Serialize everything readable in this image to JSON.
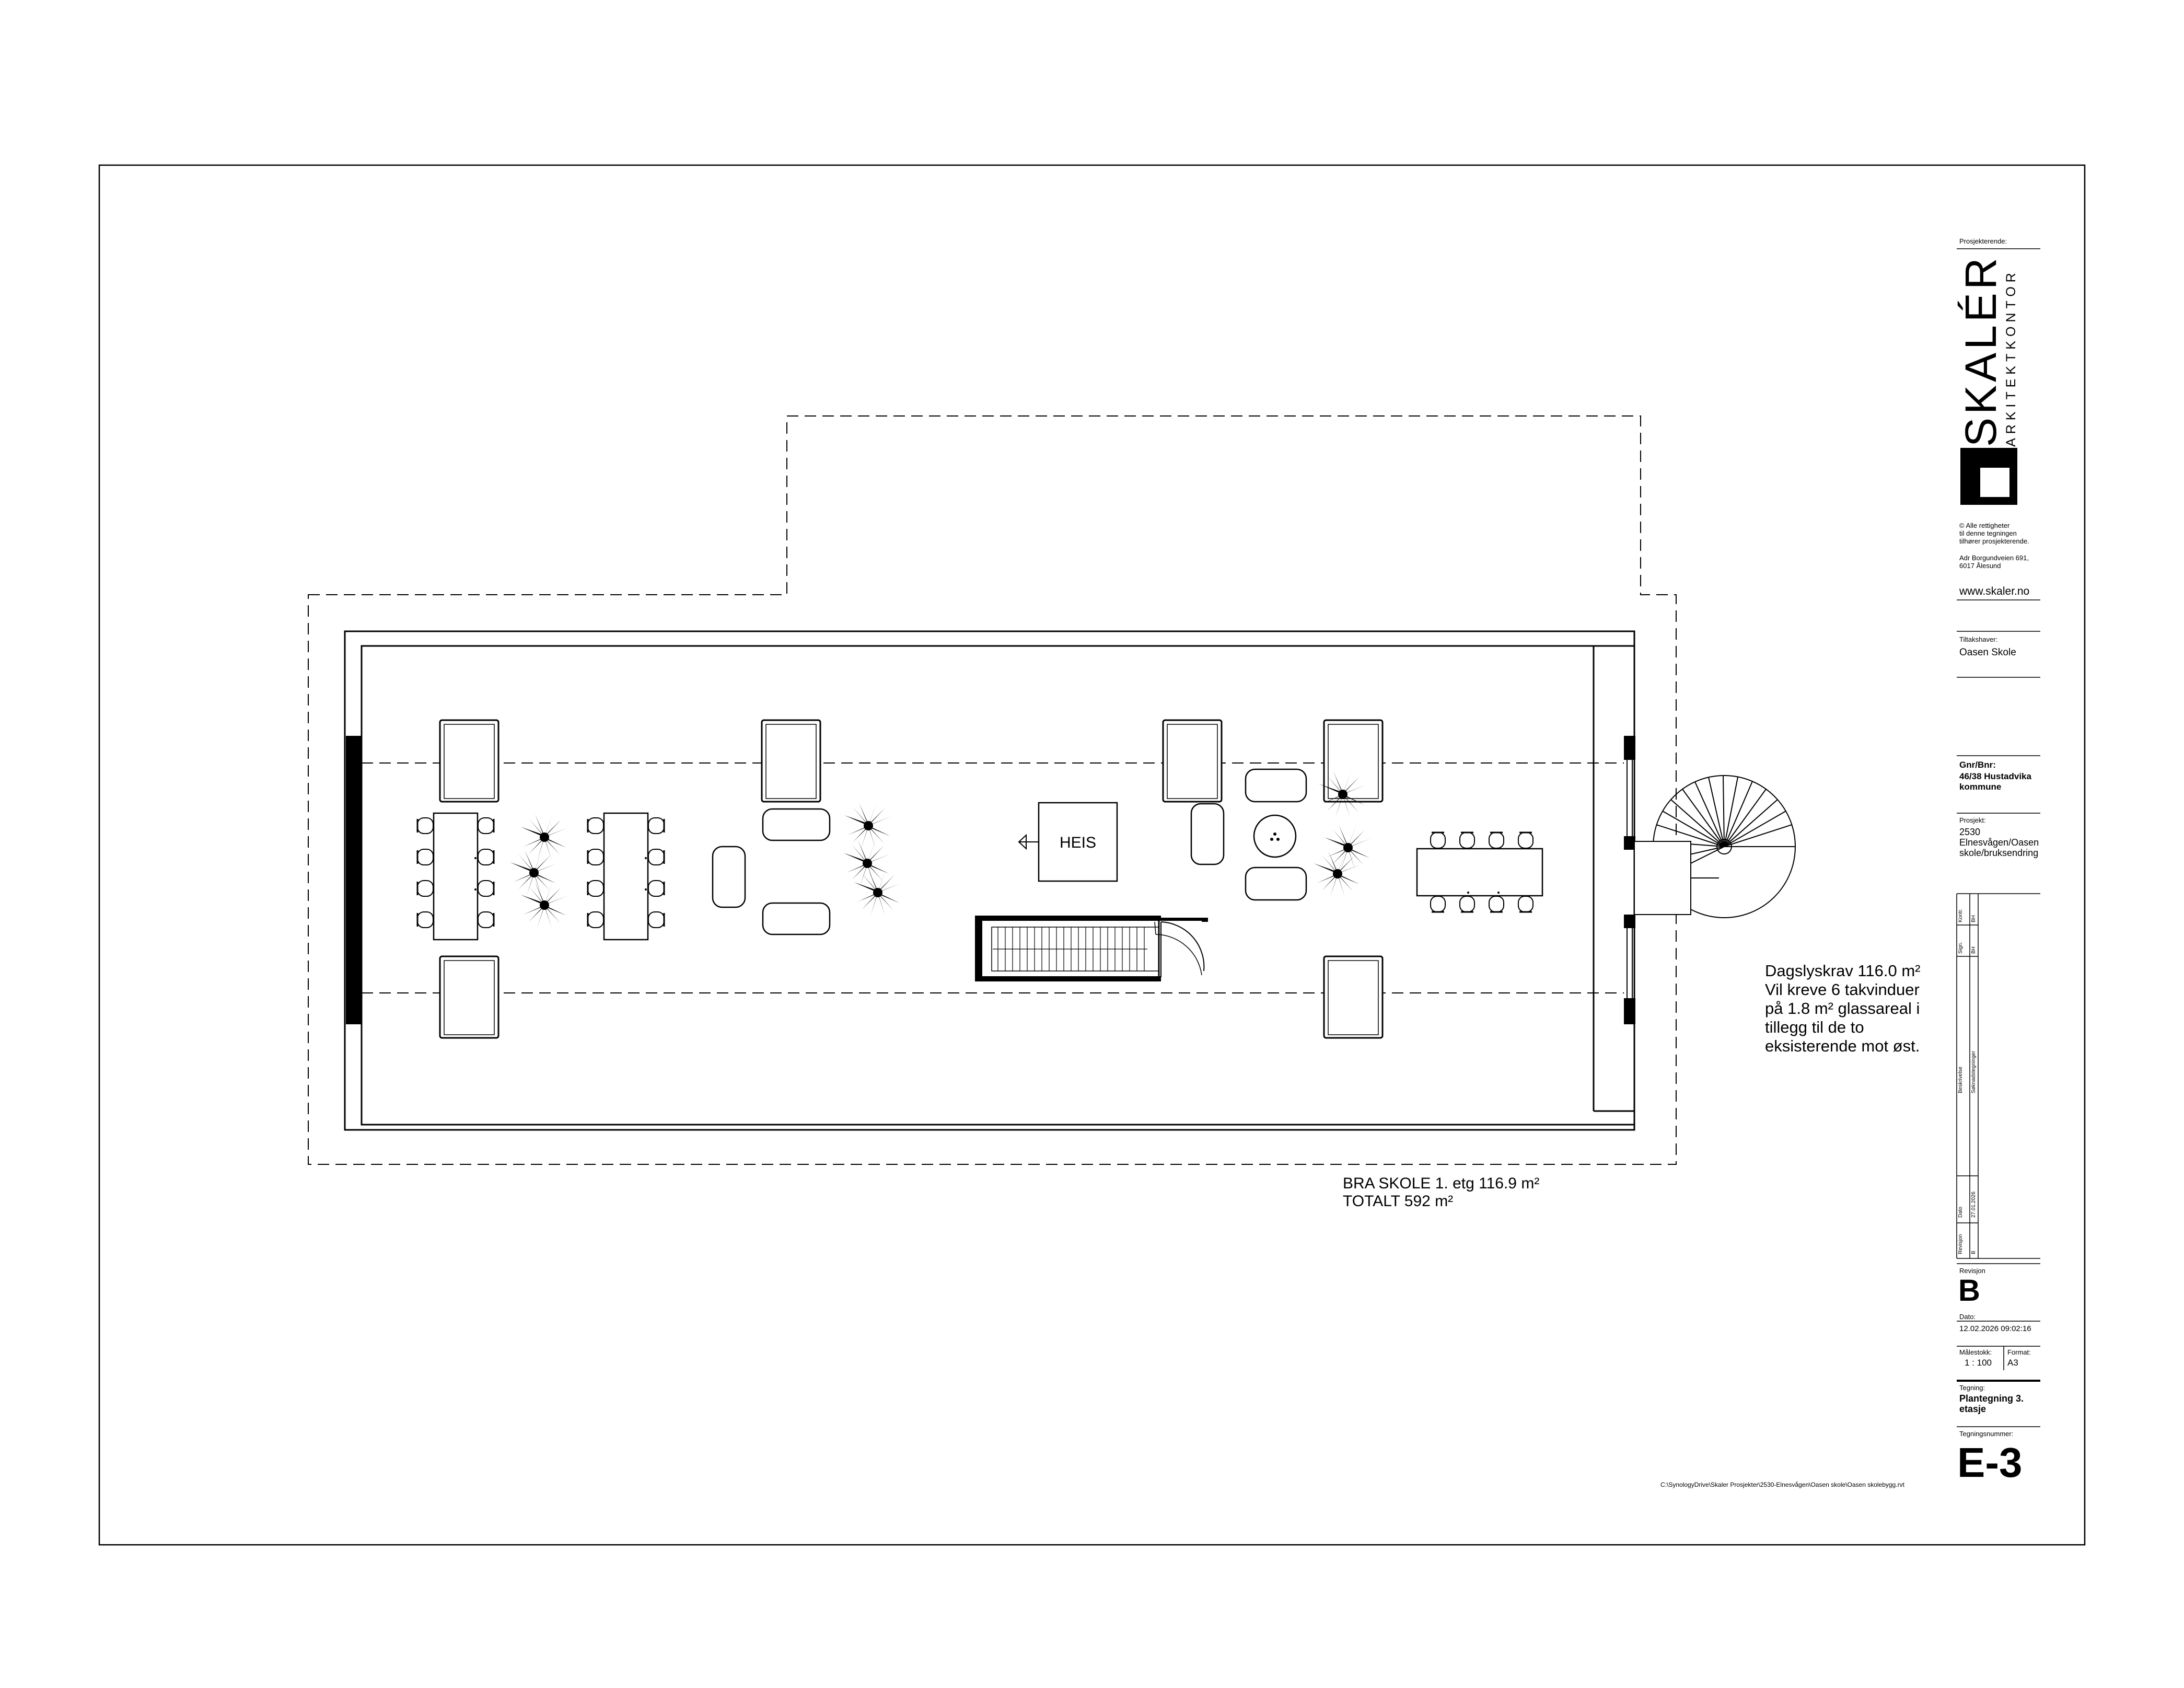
{
  "plan": {
    "elevator_label": "HEIS",
    "daylight_note": [
      "Dagslyskrav 116.0 m²",
      "Vil kreve 6 takvinduer",
      "på 1.8 m² glassareal i",
      "tillegg til de to",
      "eksisterende mot øst."
    ],
    "area_note": [
      "BRA SKOLE 1. etg 116.9 m²",
      "TOTALT 592 m²"
    ]
  },
  "title_block": {
    "designer_label": "Prosjekterende:",
    "logo_main": "SKALÉR",
    "logo_sub": "ARKITEKTKONTOR",
    "copyright": [
      "© Alle rettigheter",
      "til denne tegningen",
      "tilhører prosjekterende."
    ],
    "address": [
      "Adr Borgundveien 691,",
      "6017 Ålesund"
    ],
    "website": "www.skaler.no",
    "client_label": "Tiltakshaver:",
    "client_value": "Oasen Skole",
    "property_label": "Gnr/Bnr:",
    "property_value": [
      "46/38 Hustadvika",
      "kommune"
    ],
    "project_label": "Prosjekt:",
    "project_value": [
      "2530",
      "Elnesvågen/Oasen",
      "skole/bruksendring"
    ],
    "revision_table": {
      "headers": [
        "Revisjon",
        "Dato",
        "Beskrivelse",
        "Sign.",
        "Kontr."
      ],
      "row": [
        "B",
        "27.01.2026",
        "Søknadstegninger",
        "BH",
        "BH"
      ]
    },
    "revision_label": "Revisjon",
    "revision_value": "B",
    "date_label": "Dato:",
    "date_value": "12.02.2026 09:02:16",
    "scale_label": "Målestokk:",
    "scale_value": "1 : 100",
    "format_label": "Format:",
    "format_value": "A3",
    "drawing_label": "Tegning:",
    "drawing_value": [
      "Plantegning 3.",
      "etasje"
    ],
    "drawing_number_label": "Tegningsnummer:",
    "drawing_number_value": "E-3"
  },
  "file_path": "C:\\SynologyDrive\\Skaler Prosjekter\\2530-Elnesvågen\\Oasen skole\\Oasen skolebygg.rvt"
}
